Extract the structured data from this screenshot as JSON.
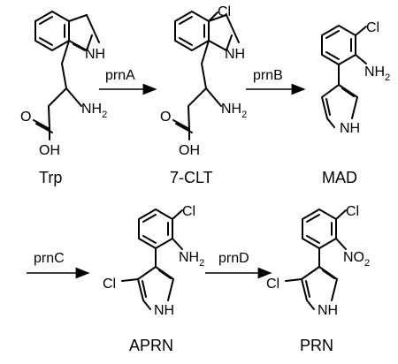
{
  "compounds": {
    "trp": {
      "name": "Trp",
      "nh": "NH",
      "nh2": "NH",
      "nh2_sub": "2",
      "oh": "OH",
      "o": "O"
    },
    "clt": {
      "name": "7-CLT",
      "cl": "Cl",
      "nh": "NH",
      "nh2": "NH",
      "nh2_sub": "2",
      "oh": "OH",
      "o": "O"
    },
    "mad": {
      "name": "MAD",
      "cl": "Cl",
      "nh2": "NH",
      "nh2_sub": "2",
      "nh": "NH"
    },
    "aprn": {
      "name": "APRN",
      "cl_top": "Cl",
      "nh2": "NH",
      "nh2_sub": "2",
      "cl_ring": "Cl",
      "nh": "NH"
    },
    "prn": {
      "name": "PRN",
      "cl_top": "Cl",
      "no2": "NO",
      "no2_sub": "2",
      "cl_ring": "Cl",
      "nh": "NH"
    }
  },
  "enzymes": {
    "prnA": "prnA",
    "prnB": "prnB",
    "prnC": "prnC",
    "prnD": "prnD"
  }
}
